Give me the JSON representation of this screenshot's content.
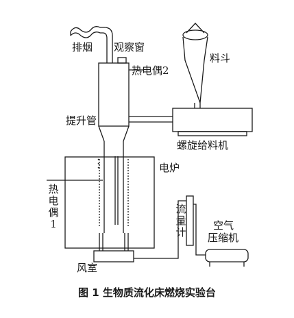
{
  "labels": {
    "exhaust": "排烟",
    "sight_window": "观察窗",
    "thermocouple_2": "热电偶2",
    "hopper": "料斗",
    "riser": "提升管",
    "screw_feeder": "螺旋给料机",
    "furnace": "电炉",
    "thermocouple_1": [
      "热",
      "电",
      "偶",
      "1"
    ],
    "flowmeter": [
      "流",
      "量",
      "计"
    ],
    "compressor_line1": "空气",
    "compressor_line2": "压缩机",
    "wind_box": "风室"
  },
  "caption": "图 1  生物质流化床燃烧实验台"
}
